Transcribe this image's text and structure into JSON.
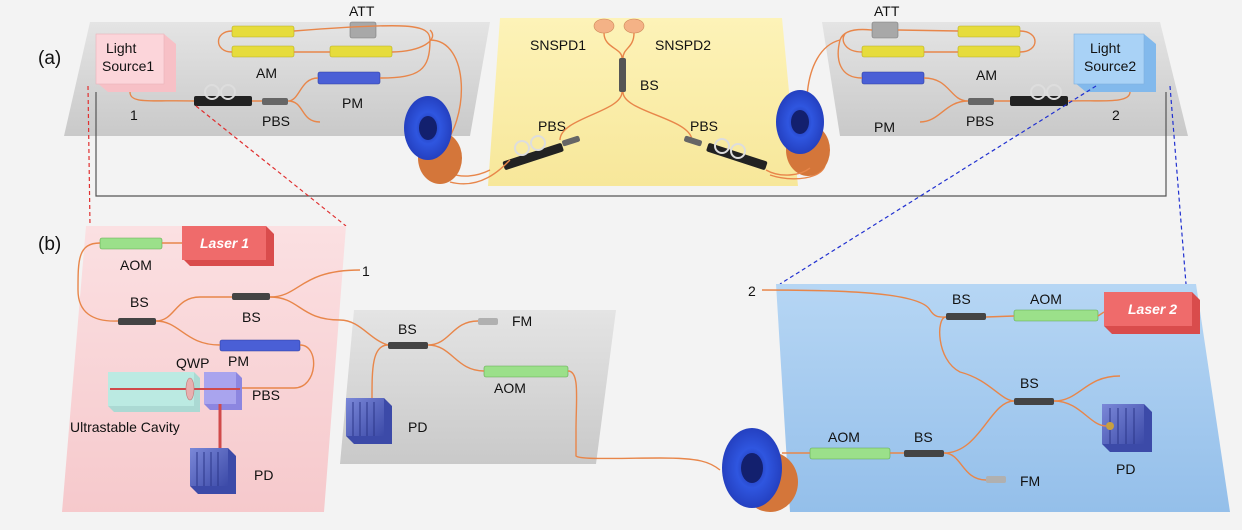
{
  "panels": {
    "a": "(a)",
    "b": "(b)"
  },
  "top": {
    "light_source1": [
      "Light",
      "Source1"
    ],
    "light_source2": [
      "Light",
      "Source2"
    ],
    "att_left": "ATT",
    "att_right": "ATT",
    "am_left": "AM",
    "am_right": "AM",
    "pm_left": "PM",
    "pm_right": "PM",
    "pbs_left": "PBS",
    "pbs_right": "PBS",
    "port1": "1",
    "port2": "2",
    "snspd1": "SNSPD1",
    "snspd2": "SNSPD2",
    "bs_center": "BS",
    "pbs_center_left": "PBS",
    "pbs_center_right": "PBS"
  },
  "bottom_left": {
    "laser1": "Laser 1",
    "aom": "AOM",
    "bs1": "BS",
    "bs2": "BS",
    "out1": "1",
    "pm": "PM",
    "qwp": "QWP",
    "pbs": "PBS",
    "cavity": "Ultrastable Cavity",
    "pd": "PD"
  },
  "bottom_mid": {
    "bs": "BS",
    "fm": "FM",
    "aom": "AOM",
    "pd": "PD"
  },
  "bottom_right": {
    "in2": "2",
    "bs1": "BS",
    "aom1": "AOM",
    "laser2": "Laser 2",
    "bs2": "BS",
    "aom2": "AOM",
    "bs3": "BS",
    "fm": "FM",
    "pd": "PD"
  },
  "colors": {
    "fiber": "#e8864a",
    "laser_red": "#ef6b6b",
    "aom_green": "#9be08a",
    "am_yellow": "#e6dc3c",
    "pm_blue": "#4a5fd6",
    "spool_blue": "#2b4fd8",
    "left_panel": "#fad6d8",
    "right_panel": "#a9cdf0",
    "center_panel": "#fbeeaa",
    "gray_panel": "#d6d6d6",
    "link_red": "#e03030",
    "link_blue": "#2030d0"
  }
}
